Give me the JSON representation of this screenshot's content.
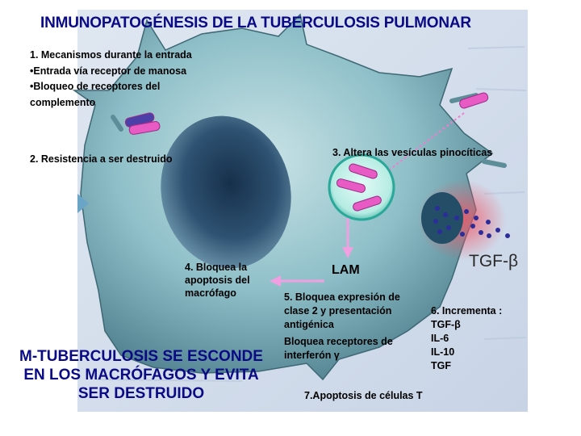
{
  "title": "INMUNOPATOGÉNESIS DE LA TUBERCULOSIS PULMONAR",
  "mechanisms": [
    "1. Mecanismos durante la entrada",
    "•Entrada vía receptor de manosa",
    "•Bloqueo de receptores del",
    "complemento"
  ],
  "resistance": "2. Resistencia a ser destruido",
  "vesicles": "3. Altera las vesículas pinocíticas",
  "apoptosis": [
    "4. Bloquea la",
    "apoptosis del",
    "macrófago"
  ],
  "lam": "LAM",
  "expression": [
    "5. Bloquea expresión de",
    "clase 2 y presentación",
    "antigénica"
  ],
  "interferon": [
    "Bloquea receptores de",
    "interferón γ"
  ],
  "increase": [
    "6. Incrementa :",
    "TGF-β",
    "IL-6",
    "IL-10",
    "TGF"
  ],
  "tcell": "7.Apoptosis de células T",
  "tgf_label": "TGF-β",
  "conclusion": [
    "M-TUBERCULOSIS SE ESCONDE",
    "EN LOS MACRÓFAGOS Y EVITA",
    "SER DESTRUIDO"
  ],
  "colors": {
    "title": "#0a0a86",
    "cell": "#7fb3bf",
    "nucleus": "#2f5472",
    "bacillus": "#e85bc5",
    "arrow": "#f0a0e0"
  }
}
